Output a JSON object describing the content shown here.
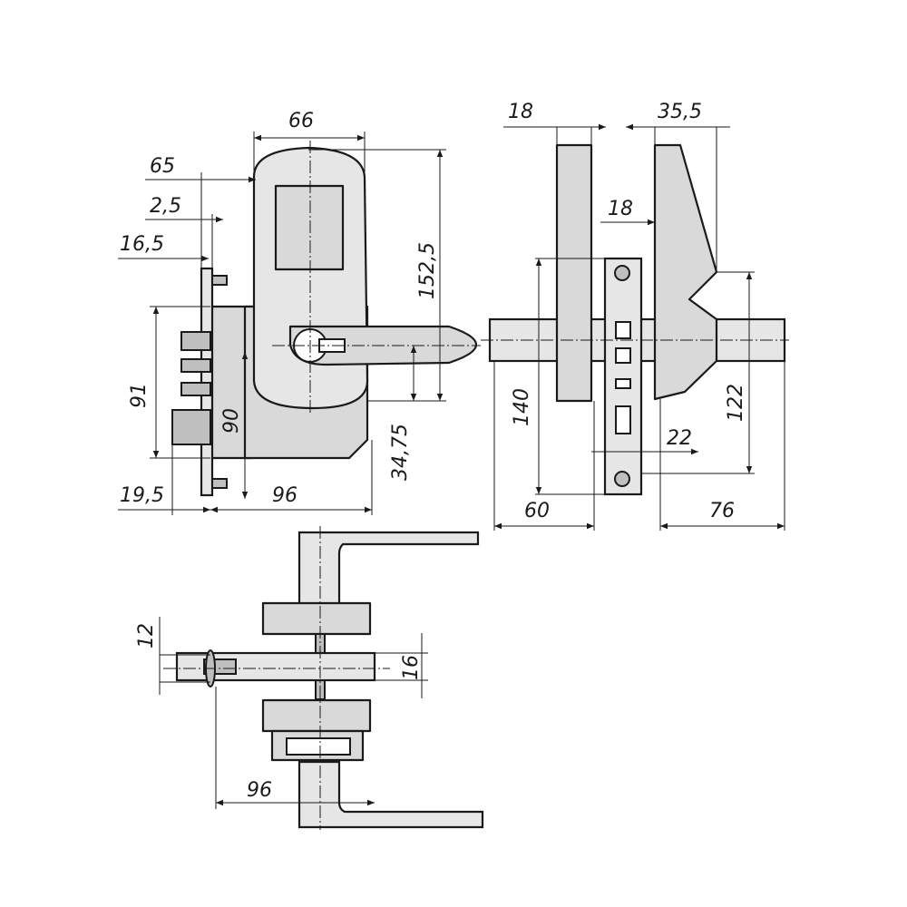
{
  "dimensions": {
    "front_width": "66",
    "front_offset": "65",
    "plate_thickness": "2,5",
    "bolt_projection": "16,5",
    "escutcheon_height": "152,5",
    "case_height": "91",
    "axis_to_bottom": "90",
    "axis_to_case_bottom": "34,75",
    "backset_to_edge": "19,5",
    "backset": "96",
    "side_plate_thickness": "18",
    "side_body_depth": "35,5",
    "side_gap": "18",
    "side_height_left": "140",
    "side_height_right": "122",
    "side_inner": "22",
    "side_left_depth": "60",
    "side_right_depth": "76",
    "top_bolt_width": "12",
    "top_spindle": "16",
    "top_backset": "96"
  }
}
